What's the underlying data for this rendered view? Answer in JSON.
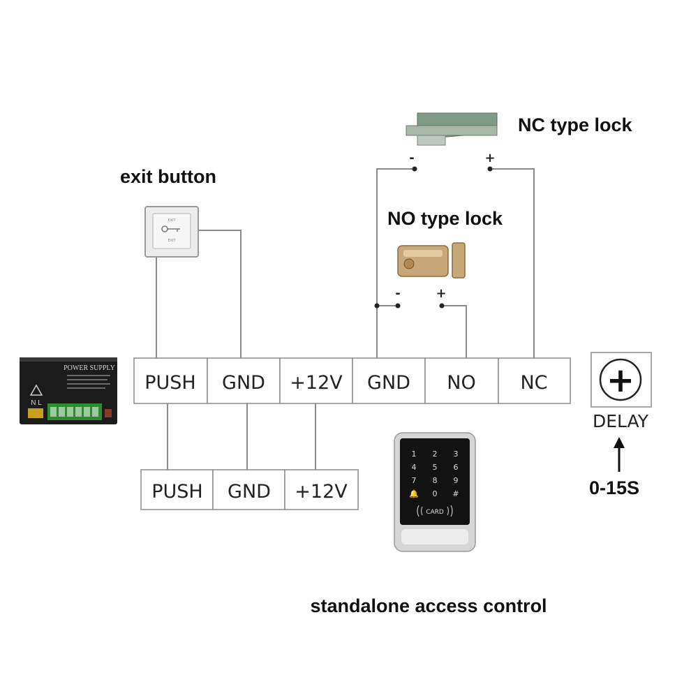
{
  "labels": {
    "exit_button": "exit button",
    "nc_lock": "NC type lock",
    "no_lock": "NO type lock",
    "delay": "DELAY",
    "delay_time": "0-15S",
    "device": "standalone access control"
  },
  "top_terminals": [
    "PUSH",
    "GND",
    "+12V",
    "GND",
    "NO",
    "NC"
  ],
  "bottom_terminals": [
    "PUSH",
    "GND",
    "+12V"
  ],
  "polarity": {
    "minus": "-",
    "plus": "+"
  },
  "delay_symbol": "+",
  "power_supply": {
    "brand": "POWER SUPPLY",
    "ln": "N L"
  },
  "exit_plate": {
    "line1": "EXIT",
    "line2": "EXIT"
  },
  "keypad": {
    "keys": [
      "1",
      "2",
      "3",
      "4",
      "5",
      "6",
      "7",
      "8",
      "9",
      "🔔",
      "0",
      "#"
    ],
    "card_label": "CARD"
  },
  "colors": {
    "wire": "#8a8a8a",
    "text": "#111111",
    "psu": "#1a1a1a",
    "terminal_green": "#2e8b2e"
  }
}
